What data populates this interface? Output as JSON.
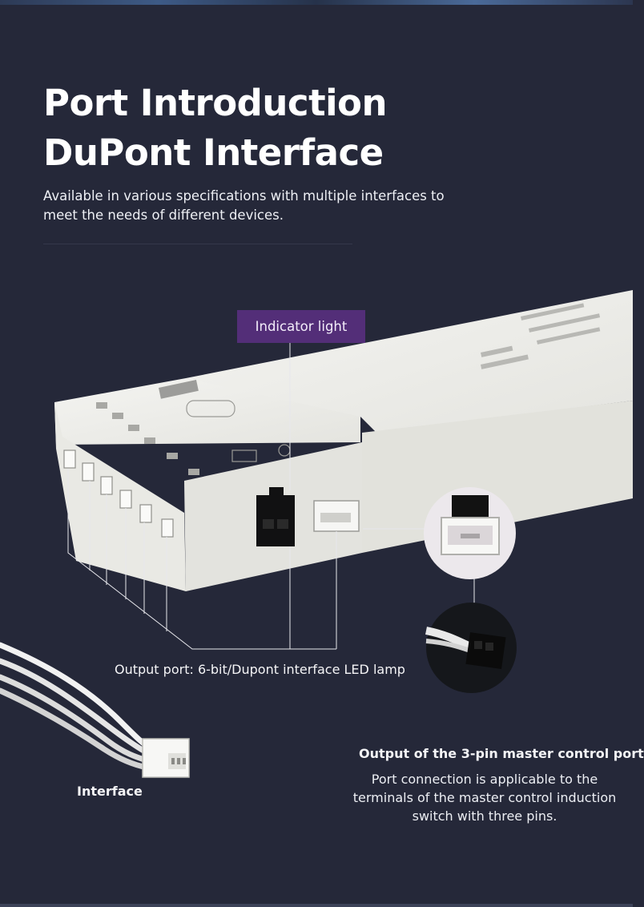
{
  "heading": {
    "line1": "Port Introduction",
    "line2": "DuPont Interface"
  },
  "subtitle": "Available in various specifications with multiple interfaces to meet the needs of different devices.",
  "callouts": {
    "indicator": "Indicator light",
    "output_port": "Output port: 6-bit/Dupont interface LED lamp",
    "interface": "Interface",
    "master_title": "Output of the 3-pin master control port",
    "master_desc": "Port connection is applicable to the terminals of the master control induction switch with three pins."
  },
  "colors": {
    "background": "#252839",
    "tag_purple": "#532e78",
    "device_white": "#eeeeea"
  }
}
